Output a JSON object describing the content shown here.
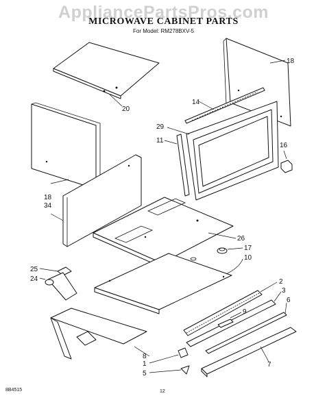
{
  "watermark": "AppliancePartsPros.com",
  "title": "MICROWAVE CABINET PARTS",
  "subtitle": "For Model: RM278BXV-5",
  "footer": {
    "code": "8B4515",
    "page": "12"
  },
  "callouts": [
    "20",
    "18",
    "14",
    "29",
    "11",
    "16",
    "18",
    "34",
    "26",
    "17",
    "10",
    "25",
    "24",
    "2",
    "3",
    "6",
    "9",
    "8",
    "1",
    "5",
    "7"
  ]
}
